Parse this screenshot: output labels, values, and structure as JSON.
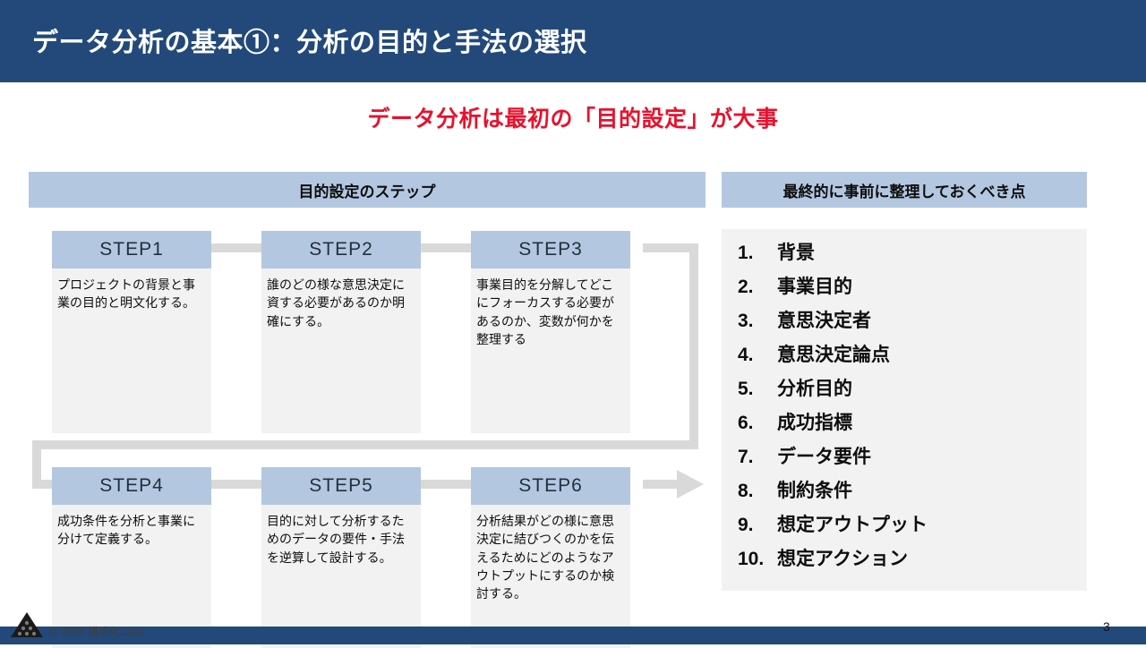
{
  "slide": {
    "title": "データ分析の基本①：分析の目的と手法の選択",
    "subtitle": "データ分析は最初の「目的設定」が大事",
    "page_number": "3",
    "colors": {
      "title_bar": "#22497a",
      "subtitle_red": "#e8112d",
      "header_band": "#b4c7e0",
      "body_gray": "#f2f2f2",
      "connector_gray": "#d9d9d9"
    }
  },
  "steps_panel": {
    "header": "目的設定のステップ",
    "steps": [
      {
        "label": "STEP1",
        "text": "プロジェクトの背景と事業の目的と明文化する。"
      },
      {
        "label": "STEP2",
        "text": "誰のどの様な意思決定に資する必要があるのか明確にする。"
      },
      {
        "label": "STEP3",
        "text": "事業目的を分解してどこにフォーカスする必要があるのか、変数が何かを整理する"
      },
      {
        "label": "STEP4",
        "text": "成功条件を分析と事業に分けて定義する。"
      },
      {
        "label": "STEP5",
        "text": "目的に対して分析するためのデータの要件・手法を逆算して設計する。"
      },
      {
        "label": "STEP6",
        "text": "分析結果がどの様に意思決定に結びつくのかを伝えるためにどのようなアウトプットにするのか検討する。"
      }
    ]
  },
  "checklist_panel": {
    "header": "最終的に事前に整理しておくべき点",
    "items": [
      {
        "num": "1.",
        "label": "背景"
      },
      {
        "num": "2.",
        "label": "事業目的"
      },
      {
        "num": "3.",
        "label": "意思決定者"
      },
      {
        "num": "4.",
        "label": "意思決定論点"
      },
      {
        "num": "5.",
        "label": "分析目的"
      },
      {
        "num": "6.",
        "label": "成功指標"
      },
      {
        "num": "7.",
        "label": "データ要件"
      },
      {
        "num": "8.",
        "label": "制約条件"
      },
      {
        "num": "9.",
        "label": "想定アウトプット"
      },
      {
        "num": "10.",
        "label": "想定アクション"
      }
    ]
  },
  "footer": {
    "copyright": "© 2026  構造化Labo"
  }
}
